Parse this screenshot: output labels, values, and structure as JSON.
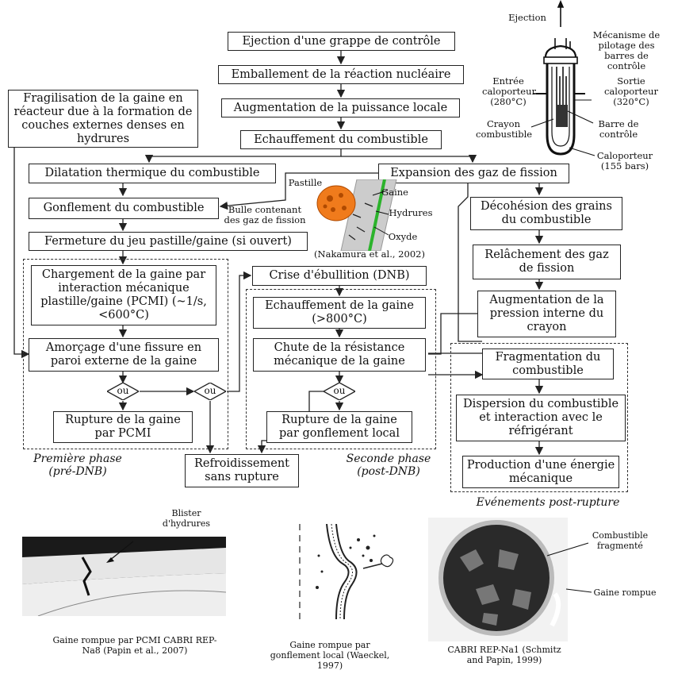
{
  "boxes": {
    "ejection": "Ejection d'une grappe de contrôle",
    "emballement": "Emballement de la réaction nucléaire",
    "augmentation_puissance": "Augmentation de la puissance locale",
    "echauffement_combustible": "Echauffement du combustible",
    "fragilisation": "Fragilisation de la gaine en réacteur due à la formation de couches externes denses en hydrures",
    "dilatation": "Dilatation thermique du combustible",
    "expansion_gaz": "Expansion des gaz de fission",
    "gonflement": "Gonflement du combustible",
    "fermeture": "Fermeture du jeu pastille/gaine (si ouvert)",
    "chargement": "Chargement de la gaine par interaction mécanique plastille/gaine (PCMI) (~1/s, <600°C)",
    "amorcage": "Amorçage d'une fissure en paroi externe de la gaine",
    "rupture_pcmi": "Rupture de la gaine par PCMI",
    "refroidissement": "Refroidissement sans rupture",
    "crise": "Crise d'ébullition (DNB)",
    "echauffement_gaine": "Echauffement de la gaine (>800°C)",
    "chute": "Chute de la résistance mécanique de la gaine",
    "rupture_gonflement": "Rupture de la gaine par gonflement local",
    "decohesion": "Décohésion des grains du combustible",
    "relachement": "Relâchement des gaz de fission",
    "augmentation_pression": "Augmentation de la pression interne du crayon",
    "fragmentation": "Fragmentation du combustible",
    "dispersion": "Dispersion du combustible et interaction avec le réfrigérant",
    "production": "Production d'une énergie mécanique"
  },
  "decision_label": "ou",
  "phases": {
    "premiere": "Première phase",
    "premiere_sub": "(pré-DNB)",
    "seconde": "Seconde phase",
    "seconde_sub": "(post-DNB)",
    "post_rupture": "Evénements post-rupture"
  },
  "reactor": {
    "ejection": "Ejection",
    "mecanisme": "Mécanisme de pilotage des barres de contrôle",
    "entree": "Entrée caloporteur (280°C)",
    "sortie": "Sortie caloporteur (320°C)",
    "crayon": "Crayon combustible",
    "barre": "Barre de contrôle",
    "caloporteur": "Caloporteur (155 bars)"
  },
  "pellet": {
    "pastille": "Pastille",
    "gaine": "Gaine",
    "hydrures": "Hydrures",
    "bulle": "Bulle contenant des gaz de fission",
    "oxyde": "Oxyde",
    "ref": "(Nakamura et al., 2002)"
  },
  "photos": {
    "blister": "Blister d'hydrures",
    "cap1": "Gaine rompue par PCMI CABRI REP-Na8 (Papin et al., 2007)",
    "cap2": "Gaine rompue par gonflement local (Waeckel, 1997)",
    "combustible_fragmente": "Combustible fragmenté",
    "gaine_rompue": "Gaine rompue",
    "cap3": "CABRI REP-Na1 (Schmitz and Papin, 1999)"
  }
}
